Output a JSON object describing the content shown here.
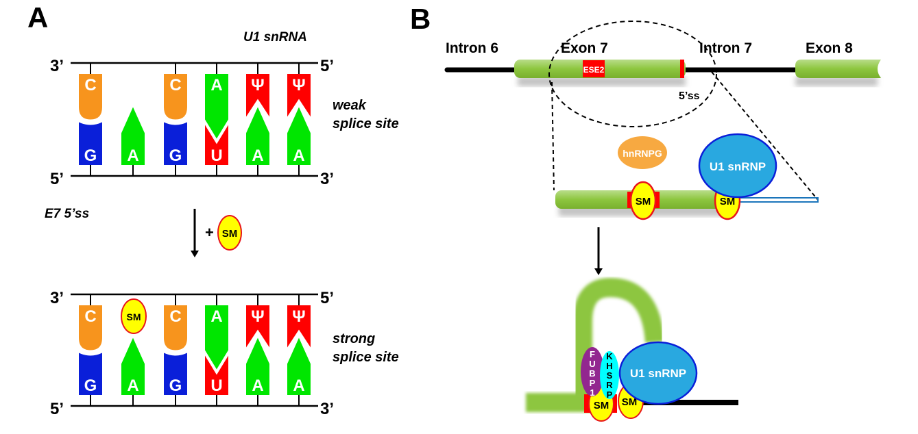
{
  "panel_a": {
    "label": "A",
    "strand_title": "U1 snRNA",
    "end_labels": {
      "top_left": "3’",
      "top_right": "5’",
      "bottom_left": "5’",
      "bottom_right": "3’"
    },
    "top_bases": [
      "C",
      "",
      "C",
      "A",
      "Ψ",
      "Ψ"
    ],
    "bottom_bases": [
      "G",
      "A",
      "G",
      "U",
      "A",
      "A"
    ],
    "weak_label_line1": "weak",
    "weak_label_line2": "splice site",
    "strong_label_line1": "strong",
    "strong_label_line2": "splice site",
    "site_label": "E7 5’ss",
    "plus_sign": "+",
    "sm_label": "SM"
  },
  "panel_b": {
    "label": "B",
    "regions": [
      "Intron 6",
      "Exon 7",
      "Intron 7",
      "Exon 8"
    ],
    "ese_label": "ESE2",
    "ss_label": "5’ss",
    "hnrnpg_label": "hnRNPG",
    "u1_label": "U1 snRNP",
    "sm_label": "SM",
    "fubp1_letters": [
      "F",
      "U",
      "B",
      "P",
      "1"
    ],
    "khsrp_letters": [
      "K",
      "H",
      "S",
      "R",
      "P"
    ]
  },
  "colors": {
    "C": "#f7941d",
    "G": "#0a1fd9",
    "A": "#00e600",
    "U": "#ff0000",
    "PSI": "#ff0000",
    "exon_green": "#8dc63f",
    "sm_fill": "#ffff00",
    "sm_stroke": "#e8141b",
    "u1_fill": "#29a8e0",
    "u1_stroke": "#0a1fd9",
    "hnrnpg": "#f7a941",
    "fubp1": "#92278f",
    "khsrp": "#00ffff"
  }
}
